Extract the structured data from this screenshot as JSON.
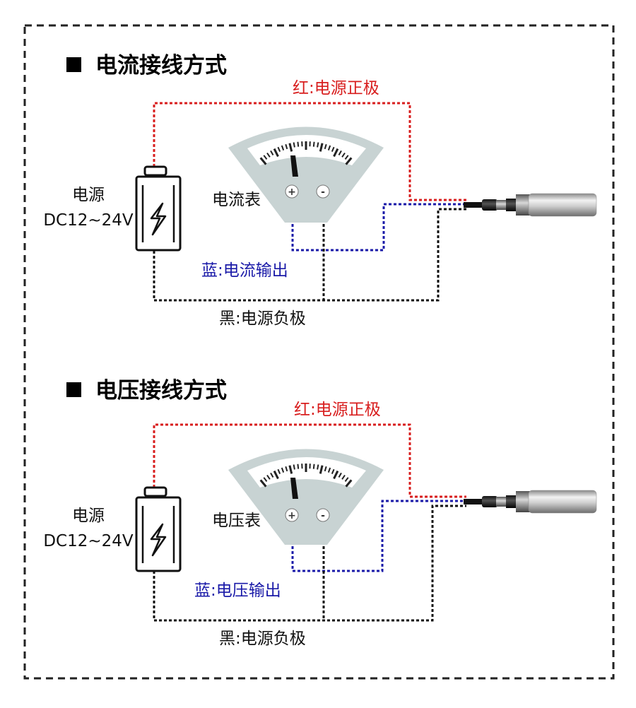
{
  "colors": {
    "red_wire": "#d81e1e",
    "blue_wire": "#1a1aa8",
    "black_wire": "#111111",
    "meter_gray": "#c8d3d3",
    "border": "#222222"
  },
  "sections": [
    {
      "title": "电流接线方式",
      "label_red": "红:电源正极",
      "label_blue": "蓝:电流输出",
      "label_black": "黑:电源负极",
      "power_label_1": "电源",
      "power_label_2": "DC12~24V",
      "meter_label": "电流表",
      "plus": "+",
      "minus": "-"
    },
    {
      "title": "电压接线方式",
      "label_red": "红:电源正极",
      "label_blue": "蓝:电压输出",
      "label_black": "黑:电源负极",
      "power_label_1": "电源",
      "power_label_2": "DC12~24V",
      "meter_label": "电压表",
      "plus": "+",
      "minus": "-"
    }
  ]
}
